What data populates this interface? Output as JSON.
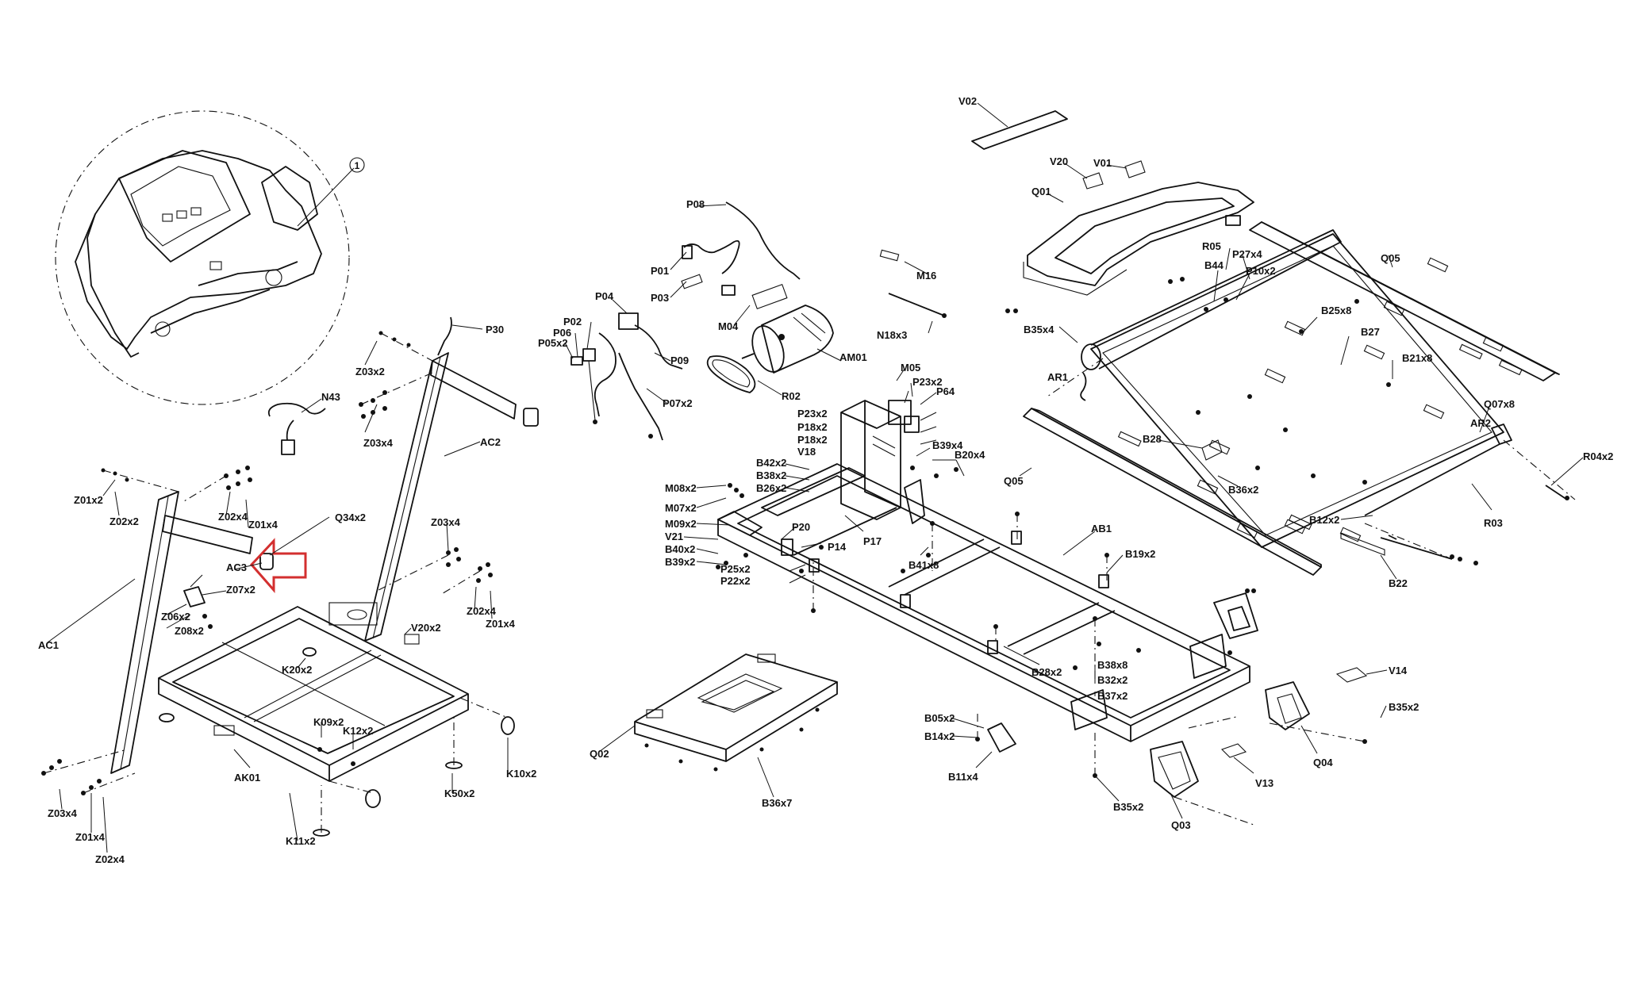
{
  "callout_number": "1",
  "highlight_color": "#d32f2f",
  "labels": {
    "V02": "V02",
    "V20": "V20",
    "V01": "V01",
    "Q01": "Q01",
    "Q05a": "Q05",
    "Q05b": "Q05",
    "R05": "R05",
    "P27x4": "P27x4",
    "B44": "B44",
    "P10x2": "P10x2",
    "B35x4a": "B35x4",
    "B25x8": "B25x8",
    "B27": "B27",
    "B21x8": "B21x8",
    "Q07x8": "Q07x8",
    "AR1": "AR1",
    "AR2": "AR2",
    "B28": "B28",
    "B36x2a": "B36x2",
    "R04x2": "R04x2",
    "R03": "R03",
    "B12x2": "B12x2",
    "B22": "B22",
    "P08": "P08",
    "P01": "P01",
    "P03": "P03",
    "M16": "M16",
    "M04": "M04",
    "AM01": "AM01",
    "N18x3": "N18x3",
    "P04": "P04",
    "P02": "P02",
    "P06": "P06",
    "P05x2": "P05x2",
    "P09": "P09",
    "P07x2": "P07x2",
    "R02": "R02",
    "M05": "M05",
    "P23x2a": "P23x2",
    "P64": "P64",
    "P23x2b": "P23x2",
    "P18x2a": "P18x2",
    "P18x2b": "P18x2",
    "V18": "V18",
    "B39x4": "B39x4",
    "B20x4": "B20x4",
    "B42x2": "B42x2",
    "B38x2a": "B38x2",
    "B26x2": "B26x2",
    "M08x2": "M08x2",
    "M07x2": "M07x2",
    "M09x2": "M09x2",
    "V21": "V21",
    "B40x2": "B40x2",
    "B39x2": "B39x2",
    "P20": "P20",
    "P14": "P14",
    "P17": "P17",
    "P25x2": "P25x2",
    "P22x2": "P22x2",
    "B41x8": "B41x8",
    "AB1": "AB1",
    "B19x2": "B19x2",
    "B38x8": "B38x8",
    "B32x2": "B32x2",
    "B37x2": "B37x2",
    "B28x2": "B28x2",
    "B05x2": "B05x2",
    "B14x2": "B14x2",
    "B11x4": "B11x4",
    "B35x2a": "B35x2",
    "B35x2b": "B35x2",
    "V14": "V14",
    "Q04": "Q04",
    "V13": "V13",
    "Q03": "Q03",
    "Q02": "Q02",
    "B36x7": "B36x7",
    "P30": "P30",
    "Z03x2": "Z03x2",
    "Z03x4a": "Z03x4",
    "N43": "N43",
    "AC2": "AC2",
    "Z01x2": "Z01x2",
    "Z02x2": "Z02x2",
    "Z02x4a": "Z02x4",
    "Z01x4a": "Z01x4",
    "Q34x2": "Q34x2",
    "Z03x4b": "Z03x4",
    "AC3": "AC3",
    "Z07x2": "Z07x2",
    "Z06x2": "Z06x2",
    "Z08x2": "Z08x2",
    "AC1": "AC1",
    "K20x2": "K20x2",
    "V20x2": "V20x2",
    "Z02x4b": "Z02x4",
    "Z01x4b": "Z01x4",
    "K09x2": "K09x2",
    "K12x2": "K12x2",
    "AK01": "AK01",
    "K10x2": "K10x2",
    "K50x2": "K50x2",
    "K11x2": "K11x2",
    "Z03x4c": "Z03x4",
    "Z01x4c": "Z01x4",
    "Z02x4c": "Z02x4"
  }
}
